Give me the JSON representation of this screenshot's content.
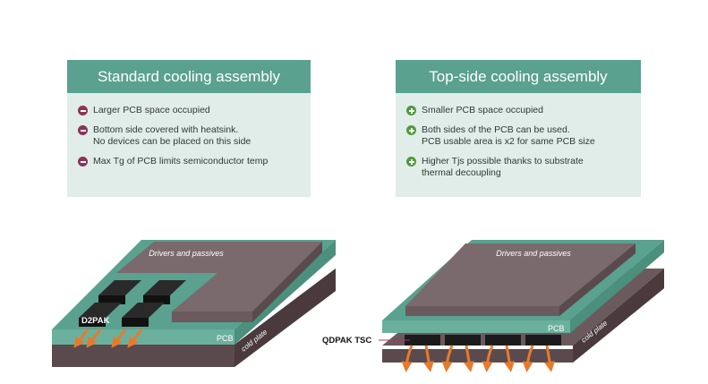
{
  "left_panel": {
    "title": "Standard cooling assembly",
    "items": [
      {
        "type": "minus",
        "text": "Larger PCB space occupied"
      },
      {
        "type": "minus",
        "text": "Bottom side covered with heatsink.\nNo devices can be placed on this side"
      },
      {
        "type": "minus",
        "text": "Max Tg of PCB limits semiconductor temp"
      }
    ]
  },
  "right_panel": {
    "title": "Top-side cooling assembly",
    "items": [
      {
        "type": "plus",
        "text": "Smaller PCB space occupied"
      },
      {
        "type": "plus",
        "text": "Both sides of the PCB can be used.\nPCB usable area is x2 for same PCB size"
      },
      {
        "type": "plus",
        "text": "Higher Tjs possible thanks to substrate\nthermal decoupling"
      }
    ]
  },
  "left_diagram": {
    "drivers_label": "Drivers and passives",
    "component_label": "D2PAK",
    "pcb_label": "PCB",
    "coldplate_label": "cold plate"
  },
  "right_diagram": {
    "drivers_label": "Drivers and passives",
    "component_label": "QDPAK TSC",
    "pcb_label": "PCB",
    "coldplate_label": "cold plate"
  },
  "colors": {
    "header": "#5aa18f",
    "panel_bg": "#e1ede9",
    "minus_bullet": "#8b3456",
    "plus_bullet": "#4f9a3a",
    "pcb": "#5aa18f",
    "coldplate": "#5b4a4d",
    "drivers": "#7a6a6d",
    "chip": "#1b1b1b",
    "arrow": "#e87a2c"
  }
}
